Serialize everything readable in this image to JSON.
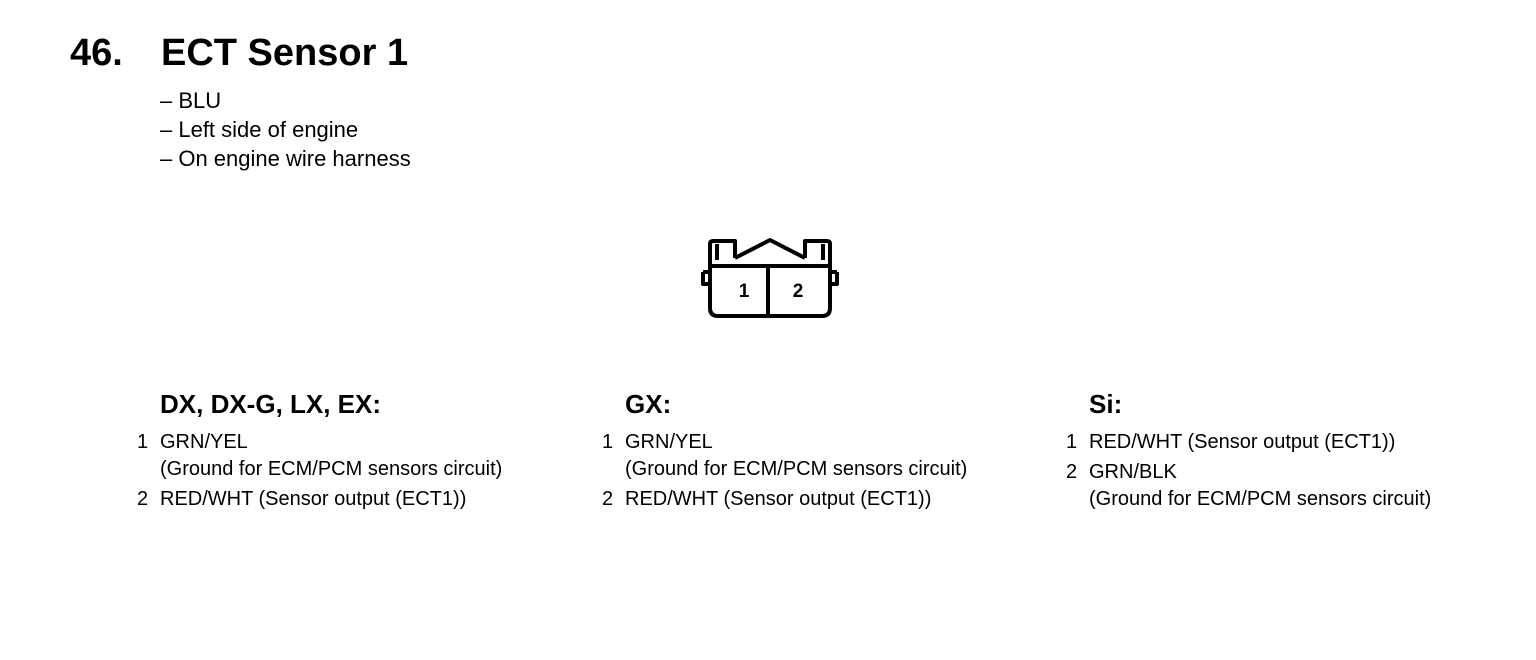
{
  "section": {
    "number": "46.",
    "title": "ECT Sensor 1",
    "notes": [
      "– BLU",
      "– Left side of engine",
      "– On engine wire harness"
    ]
  },
  "connector": {
    "pins": [
      "1",
      "2"
    ]
  },
  "variants": [
    {
      "title": "DX, DX-G, LX, EX:",
      "pins": [
        {
          "num": "1",
          "line1": "GRN/YEL",
          "line2": "(Ground for ECM/PCM sensors circuit)"
        },
        {
          "num": "2",
          "line1": "RED/WHT (Sensor output (ECT1))",
          "line2": ""
        }
      ]
    },
    {
      "title": "GX:",
      "pins": [
        {
          "num": "1",
          "line1": "GRN/YEL",
          "line2": "(Ground for ECM/PCM sensors circuit)"
        },
        {
          "num": "2",
          "line1": "RED/WHT (Sensor output (ECT1))",
          "line2": ""
        }
      ]
    },
    {
      "title": "Si:",
      "pins": [
        {
          "num": "1",
          "line1": "RED/WHT (Sensor output (ECT1))",
          "line2": ""
        },
        {
          "num": "2",
          "line1": "GRN/BLK",
          "line2": "(Ground for ECM/PCM sensors circuit)"
        }
      ]
    }
  ]
}
